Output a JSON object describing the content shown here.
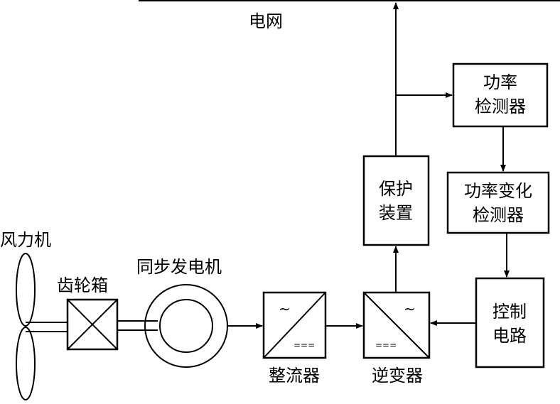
{
  "diagram": {
    "grid": "电网",
    "power_detector": [
      "功率",
      "检测器"
    ],
    "power_change_detector": [
      "功率变化",
      "检测器"
    ],
    "protection_device": [
      "保护",
      "装置"
    ],
    "control_circuit": [
      "控制",
      "电路"
    ],
    "wind_turbine": "风力机",
    "gearbox": "齿轮箱",
    "sync_generator": "同步发电机",
    "rectifier": "整流器",
    "inverter": "逆变器",
    "ac_symbol": "~",
    "dc_symbol": "==="
  }
}
